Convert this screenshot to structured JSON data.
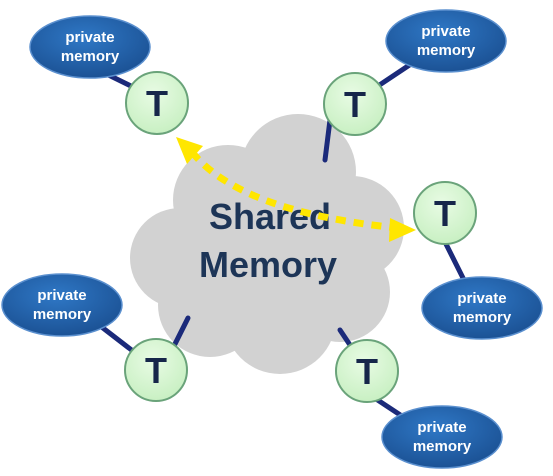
{
  "cloud": {
    "line1": "Shared",
    "line2": "Memory"
  },
  "thread_label": "T",
  "private_memory": {
    "line1": "private",
    "line2": "memory"
  },
  "threads": [
    {
      "id": "top-left"
    },
    {
      "id": "top-right"
    },
    {
      "id": "mid-right"
    },
    {
      "id": "bottom-left"
    },
    {
      "id": "bottom-right"
    }
  ],
  "colors": {
    "thread_fill": "#d7f7d3",
    "thread_stroke": "#6aa37a",
    "private_fill": "#1f5fa6",
    "private_stroke": "#5b90cf",
    "link_line": "#1b2a7a",
    "cloud_fill": "#d2d2d2",
    "arrow": "#ffe600"
  }
}
